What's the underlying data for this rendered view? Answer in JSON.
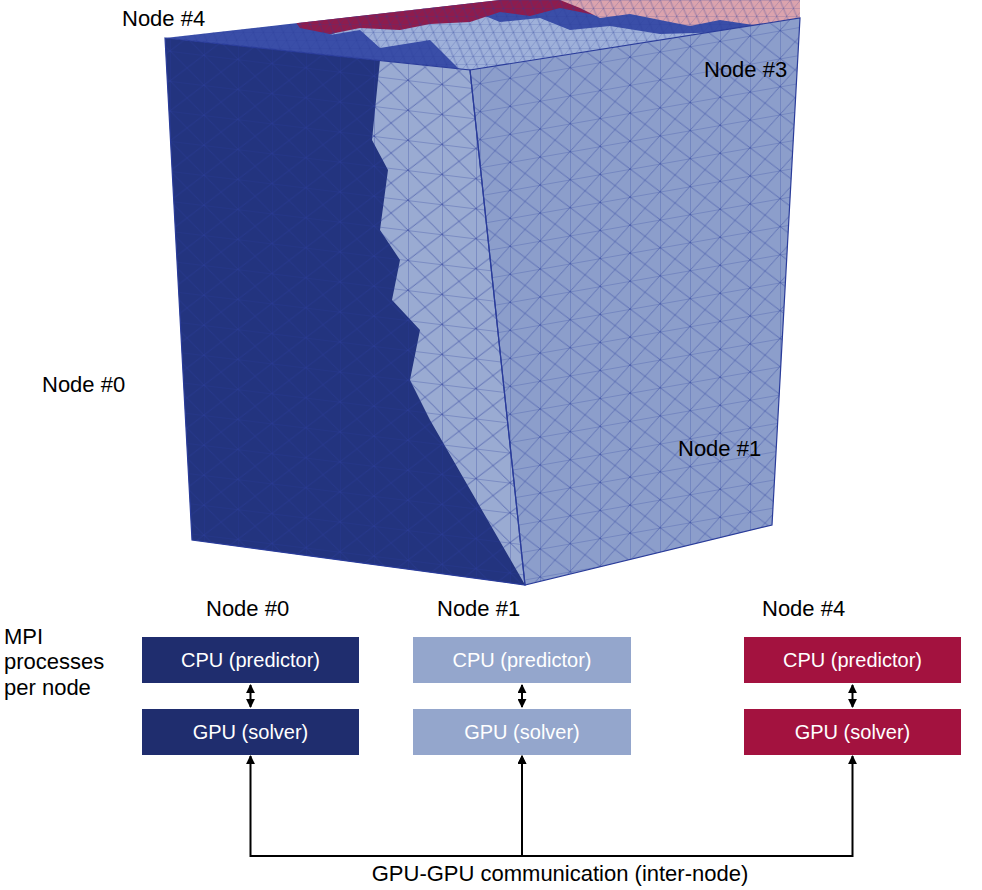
{
  "diagram": {
    "nodes": [
      {
        "text": [
          "CPU (predictor)"
        ]
      },
      {
        "text": [
          "GPU (solver)"
        ]
      },
      {
        "text": [
          "CPU (predictor)"
        ]
      },
      {
        "text": [
          "GPU (solver)"
        ]
      },
      {
        "text": [
          "CPU (predictor)"
        ]
      },
      {
        "text": [
          "GPU (solver)"
        ]
      }
    ],
    "edges": [
      {
        "from": 0,
        "to": 1,
        "arrow": "both"
      },
      {
        "from": 2,
        "to": 3,
        "arrow": "both"
      },
      {
        "from": 4,
        "to": 5,
        "arrow": "both"
      },
      {
        "from": 1,
        "to": 3,
        "arrow": "both"
      },
      {
        "from": 3,
        "to": 5,
        "arrow": "both"
      }
    ],
    "labels": [
      "Node #4",
      "Node #3",
      "Node #0",
      "Node #1",
      "MPI processes per node",
      "Node #0",
      "Node #1",
      "Node #4",
      "GPU-GPU communication (inter-node)"
    ]
  }
}
